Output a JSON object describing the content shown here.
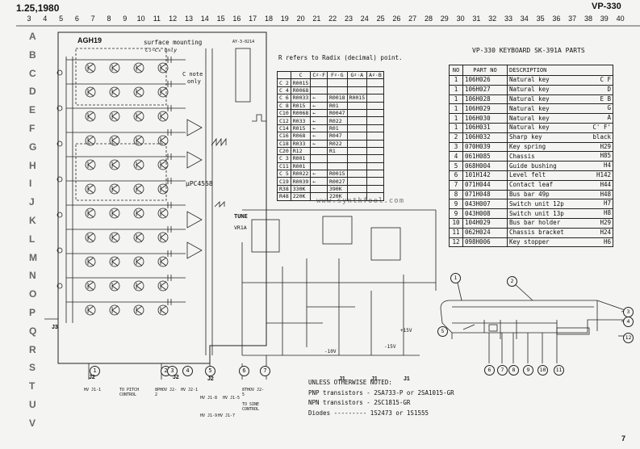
{
  "header": {
    "date": "1.25,1980",
    "model": "VP-330",
    "page_number": "7",
    "column_numbers": [
      "3",
      "4",
      "5",
      "6",
      "7",
      "8",
      "9",
      "10",
      "11",
      "12",
      "13",
      "14",
      "15",
      "16",
      "17",
      "18",
      "19",
      "20",
      "21",
      "22",
      "23",
      "24",
      "25",
      "26",
      "27",
      "28",
      "29",
      "30",
      "31",
      "32",
      "33",
      "34",
      "35",
      "36",
      "37",
      "38",
      "39",
      "40"
    ],
    "row_letters": [
      "A",
      "B",
      "C",
      "D",
      "E",
      "F",
      "G",
      "H",
      "I",
      "J",
      "K",
      "L",
      "M",
      "N",
      "O",
      "P",
      "Q",
      "R",
      "S",
      "T",
      "U",
      "V"
    ]
  },
  "schematic": {
    "board": "AGH19",
    "surface_note": "surface mounting",
    "surface_sub": "C₂~C₈ only",
    "c_note": "C note",
    "c_note2": "only",
    "ic_opamp": "μPC4558",
    "ref_id": "AY-3-0214",
    "tune_label": "TUNE",
    "vr_label": "VR1A",
    "watermark": "www.synthfool.com",
    "radix_note": "R refers to Radix (decimal) point.",
    "connectors": [
      {
        "num": "1",
        "label": "J2"
      },
      {
        "num": "2",
        "label": "J2"
      },
      {
        "num": "3",
        "label": ""
      },
      {
        "num": "4",
        "label": ""
      },
      {
        "num": "5",
        "label": ""
      },
      {
        "num": "6",
        "label": ""
      },
      {
        "num": "7",
        "label": ""
      }
    ],
    "jack_labels": [
      "J3",
      "J2",
      "J2",
      "J2",
      "J1",
      "J1",
      "J1"
    ],
    "bottom_labels": [
      "HV J1-1",
      "8PHOV J2-2",
      "HV J2-1",
      "HV J1-8",
      "HV J1-5",
      "8THOV J2-5",
      "TO PITCH CONTROL",
      "TO SINE CONTROL",
      "HV J1-9",
      "HV J1-7"
    ],
    "voltages": [
      "+15V",
      "-15V",
      "-10V"
    ],
    "vtable": {
      "headers": [
        "",
        "C",
        "C♯·F",
        "F♯·G",
        "G♯·A",
        "A♯·B"
      ],
      "rows": [
        [
          "C 2",
          "R0015",
          "",
          "",
          "",
          ""
        ],
        [
          "C 4",
          "R0068",
          "",
          "",
          "",
          ""
        ],
        [
          "C 6",
          "R0033",
          "←",
          "R0018",
          "R0015",
          ""
        ],
        [
          "C 8",
          "R015",
          "←",
          "R01",
          "",
          ""
        ],
        [
          "C10",
          "R0068",
          "←",
          "R0047",
          "",
          ""
        ],
        [
          "C12",
          "R033",
          "←",
          "R022",
          "",
          ""
        ],
        [
          "C14",
          "R015",
          "←",
          "R01",
          "",
          ""
        ],
        [
          "C16",
          "R068",
          "←",
          "R047",
          "",
          ""
        ],
        [
          "C18",
          "R033",
          "←",
          "R022",
          "",
          ""
        ],
        [
          "C20",
          "R12",
          "",
          "R1",
          "",
          ""
        ],
        [
          "C 3",
          "R001",
          "",
          "",
          "",
          ""
        ],
        [
          "C11",
          "R001",
          "",
          "",
          "",
          ""
        ],
        [
          "C 5",
          "R0022",
          "←",
          "R0015",
          "",
          ""
        ],
        [
          "C19",
          "R0039",
          "←",
          "R0027",
          "",
          ""
        ],
        [
          "R38",
          "330K",
          "",
          "390K",
          "",
          ""
        ],
        [
          "R48",
          "220K",
          "",
          "220K",
          "",
          ""
        ]
      ]
    }
  },
  "parts": {
    "title": "VP-330 KEYBOARD SK-391A PARTS",
    "headers": [
      "NO",
      "PART NO",
      "DESCRIPTION"
    ],
    "rows": [
      {
        "no": "1",
        "part": "106H026",
        "desc": "Natural key",
        "note": "C  F"
      },
      {
        "no": "1",
        "part": "106H027",
        "desc": "Natural key",
        "note": "D"
      },
      {
        "no": "1",
        "part": "106H028",
        "desc": "Natural key",
        "note": "E  B"
      },
      {
        "no": "1",
        "part": "106H029",
        "desc": "Natural key",
        "note": "G"
      },
      {
        "no": "1",
        "part": "106H030",
        "desc": "Natural key",
        "note": "A"
      },
      {
        "no": "1",
        "part": "106H031",
        "desc": "Natural key",
        "note": "C'  F'"
      },
      {
        "no": "2",
        "part": "106H032",
        "desc": "Sharp   key",
        "note": "black"
      },
      {
        "no": "3",
        "part": "070H039",
        "desc": "Key spring",
        "note": "H29"
      },
      {
        "no": "4",
        "part": "061H085",
        "desc": "Chassis",
        "note": "H85"
      },
      {
        "no": "5",
        "part": "068H004",
        "desc": "Guide bushing",
        "note": "H4"
      },
      {
        "no": "6",
        "part": "101H142",
        "desc": "Level felt",
        "note": "H142"
      },
      {
        "no": "7",
        "part": "071H044",
        "desc": "Contact leaf",
        "note": "H44"
      },
      {
        "no": "8",
        "part": "071H048",
        "desc": "Bus bar   49p",
        "note": "H48"
      },
      {
        "no": "9",
        "part": "043H007",
        "desc": "Switch unit  12p",
        "note": "H7"
      },
      {
        "no": "9",
        "part": "043H008",
        "desc": "Switch unit  13p",
        "note": "H8"
      },
      {
        "no": "10",
        "part": "104H029",
        "desc": "Bus bar holder",
        "note": "H29"
      },
      {
        "no": "11",
        "part": "062H024",
        "desc": "Chassis bracket",
        "note": "H24"
      },
      {
        "no": "12",
        "part": "098H006",
        "desc": "Key stopper",
        "note": "H6"
      }
    ]
  },
  "keyboard_callouts": [
    "1",
    "2",
    "3",
    "4",
    "5",
    "6",
    "7",
    "8",
    "9",
    "10",
    "11",
    "12"
  ],
  "notes": {
    "heading": "UNLESS OTHERWISE NOTED:",
    "pnp": "PNP transistors - 2SA733-P or 2SA1015-GR",
    "npn": "NPN transistors - 2SC1815-GR",
    "diodes": "Diodes  ---------  1S2473 or 1S1555"
  }
}
